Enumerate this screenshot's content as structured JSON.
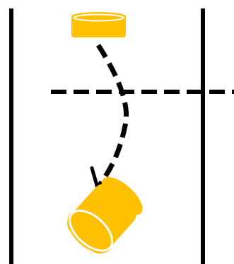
{
  "diagram": {
    "object_color": "#ffc000",
    "highlight_color": "#ffffff",
    "line_color": "#000000",
    "background_color": "#ffffff",
    "elements": [
      "container-walls",
      "dashed-boundary-line",
      "cylinder-start-upright",
      "dashed-trajectory-arrow",
      "cylinder-end-tilted"
    ]
  }
}
